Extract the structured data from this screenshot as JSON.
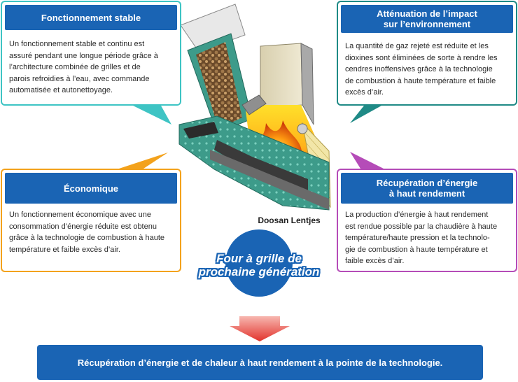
{
  "brand": "Doosan Lentjes",
  "center": {
    "line1": "Four à grille de",
    "line2": "prochaine génération"
  },
  "cards": {
    "stable": {
      "title": "Fonctionnement stable",
      "lines": [
        "Un fonctionnement stable et continu est",
        "assuré pendant une longue période grâce à",
        "l’architecture combinée de grilles et de",
        "parois refroidies à l’eau, avec commande",
        "automatisée et autonettoyage."
      ]
    },
    "environment": {
      "title_line1": "Atténuation de l’impact",
      "title_line2": "sur l’environnement",
      "lines": [
        "La quantité de gaz rejeté est réduite et les",
        "dioxines sont éliminées de sorte à rendre les",
        "cendres inoffensives grâce à la technologie",
        "de combustion à haute température et faible",
        "excès d’air."
      ]
    },
    "economic": {
      "title": "Économique",
      "lines": [
        "Un fonctionnement économique avec une",
        "consommation d’énergie réduite est obtenu",
        "grâce à la technologie de combustion à haute",
        "température et faible excès d’air."
      ]
    },
    "energy": {
      "title_line1": "Récupération d’énergie",
      "title_line2": "à haut rendement",
      "lines": [
        "La production d’énergie à haut rendement",
        "est rendue possible par la chaudière à haute",
        "température/haute pression et la technolo-",
        "gie de combustion à haute température et",
        "faible excès d’air."
      ]
    }
  },
  "footer": "Récupération d’énergie et de chaleur à haut rendement à la pointe de la technologie.",
  "colors": {
    "blue": "#1a64b4",
    "cyan": "#3ec4c4",
    "teal": "#1f8a86",
    "orange": "#f3a21c",
    "purple": "#b54cb8",
    "arrow": "#e8403a"
  }
}
